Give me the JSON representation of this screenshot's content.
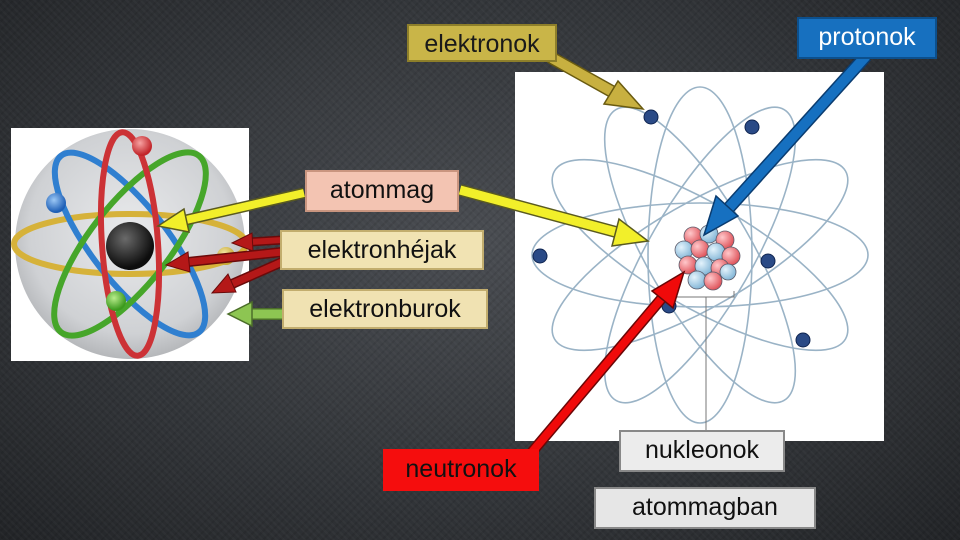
{
  "labels": {
    "elektronok": "elektronok",
    "protonok": "protonok",
    "atommag": "atommag",
    "elektronhejak": "elektronhéjak",
    "elektronburok": "elektronburok",
    "neutronok": "neutronok",
    "nukleonok": "nukleonok",
    "atommagban": "atommagban"
  },
  "colors": {
    "elektronok_arrow": "#c8b040",
    "protonok_arrow": "#1670c0",
    "atommag_arrow": "#f2ef2a",
    "elektronhejak_arrow": "#b41818",
    "elektronburok_arrow": "#8dc552",
    "neutronok_arrow": "#f00a0a",
    "electron_dot": "#2a4a86",
    "proton": "#f2868b",
    "neutron": "#a9d4ec"
  }
}
